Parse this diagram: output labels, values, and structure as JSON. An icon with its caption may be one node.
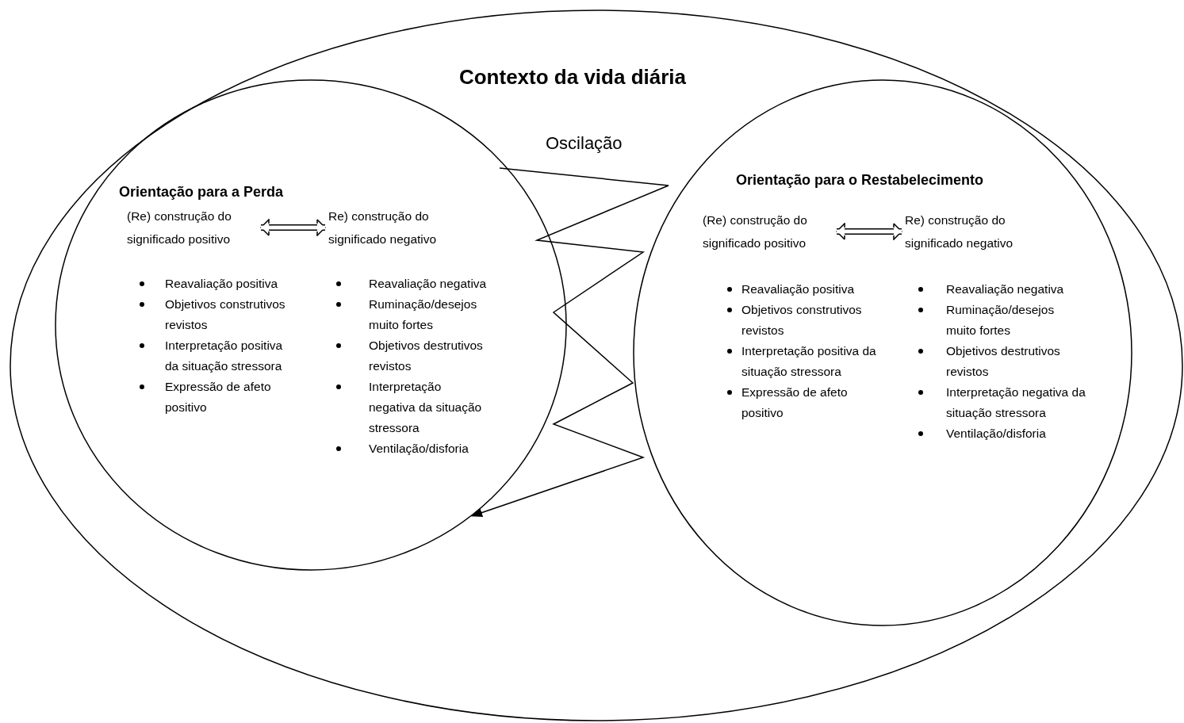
{
  "diagram": {
    "nodes": [
      {
        "text": [
          "Contexto da vida diária"
        ]
      },
      {
        "text": [
          "Orientação para a Perda"
        ],
        "in": 0
      },
      {
        "text": [
          "(Re) construção do significado positivo"
        ],
        "in": 1
      },
      {
        "text": [
          "Re) construção do significado negativo"
        ],
        "in": 1
      },
      {
        "text": [
          "Orientação para o Restabelecimento"
        ],
        "in": 0
      },
      {
        "text": [
          "(Re) construção do significado positivo"
        ],
        "in": 4
      },
      {
        "text": [
          "Re) construção do significado negativo"
        ],
        "in": 4
      }
    ],
    "edges": [
      {
        "from": 2,
        "to": 3,
        "arrow": "both"
      },
      {
        "from": 5,
        "to": 6,
        "arrow": "both"
      },
      {
        "from": null,
        "to": 1,
        "arrow": "to",
        "label": "Oscilação"
      }
    ],
    "labels": [
      "Reavaliação positiva",
      "Objetivos construtivos revistos",
      "Interpretação positiva da situação stressora",
      "Expressão de afeto positivo",
      "Reavaliação negativa",
      "Ruminação/desejos muito fortes",
      "Objetivos destrutivos revistos",
      "Interpretação negativa da situação stressora",
      "Ventilação/disforia",
      "Reavaliação positiva",
      "Objetivos construtivos revistos",
      "Interpretação positiva da situação stressora",
      "Expressão de afeto positivo",
      "Reavaliação negativa",
      "Ruminação/desejos muito fortes",
      "Objetivos destrutivos revistos",
      "Interpretação negativa da situação stressora",
      "Ventilação/disforia"
    ]
  }
}
